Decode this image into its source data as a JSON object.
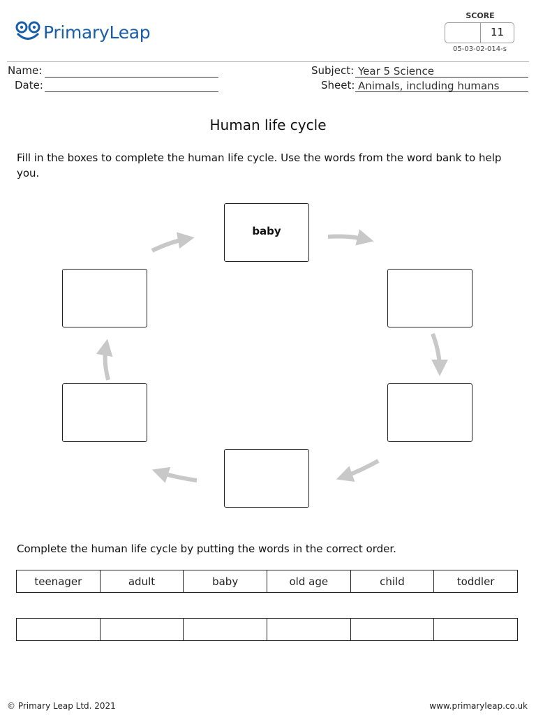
{
  "header": {
    "logo_text": "PrimaryLeap",
    "score_label": "SCORE",
    "score_value": "11",
    "code": "05-03-02-014-s"
  },
  "fields": {
    "name_label": "Name:",
    "date_label": "Date:",
    "subject_label": "Subject:",
    "subject_value": "Year 5 Science",
    "sheet_label": "Sheet:",
    "sheet_value": "Animals, including humans"
  },
  "worksheet": {
    "title": "Human life cycle",
    "instruction": "Fill in the boxes to complete the human life cycle. Use the words from the word bank to help you.",
    "cycle_boxes": [
      "baby",
      "",
      "",
      "",
      "",
      ""
    ],
    "question2": "Complete the human life cycle by putting the words in the correct order.",
    "word_bank": [
      "teenager",
      "adult",
      "baby",
      "old age",
      "child",
      "toddler"
    ],
    "answer_row": [
      "",
      "",
      "",
      "",
      "",
      ""
    ]
  },
  "footer": {
    "copyright": "© Primary Leap Ltd. 2021",
    "website": "www.primaryleap.co.uk"
  },
  "colors": {
    "brand_blue": "#1a5ea8",
    "arrow_gray": "#c8c8c8"
  }
}
